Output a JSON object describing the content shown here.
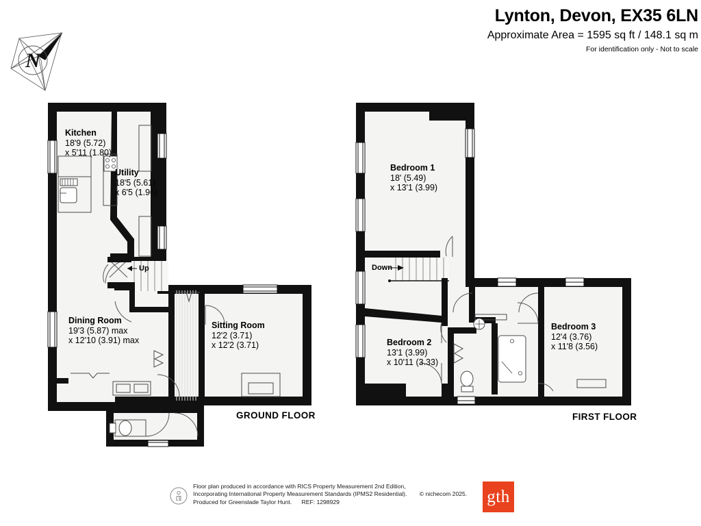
{
  "header": {
    "title": "Lynton, Devon, EX35 6LN",
    "area": "Approximate Area = 1595 sq ft / 148.1 sq m",
    "disclaimer": "For identification only - Not to scale"
  },
  "compass": {
    "north_label": "N",
    "icon": "compass-rose-icon"
  },
  "floors": [
    {
      "id": "ground",
      "caption": "GROUND FLOOR",
      "rooms": [
        {
          "id": "kitchen",
          "name": "Kitchen",
          "dim_1": "18'9 (5.72)",
          "dim_2": "x 5'11 (1.80)"
        },
        {
          "id": "utility",
          "name": "Utility",
          "dim_1": "18'5 (5.61)",
          "dim_2": "x 6'5 (1.96)"
        },
        {
          "id": "dining",
          "name": "Dining Room",
          "dim_1": "19'3 (5.87) max",
          "dim_2": "x 12'10 (3.91) max"
        },
        {
          "id": "sitting",
          "name": "Sitting Room",
          "dim_1": "12'2 (3.71)",
          "dim_2": "x 12'2 (3.71)"
        }
      ],
      "stair_note": "Up"
    },
    {
      "id": "first",
      "caption": "FIRST FLOOR",
      "rooms": [
        {
          "id": "bedroom1",
          "name": "Bedroom 1",
          "dim_1": "18' (5.49)",
          "dim_2": "x 13'1 (3.99)"
        },
        {
          "id": "bedroom2",
          "name": "Bedroom 2",
          "dim_1": "13'1 (3.99)",
          "dim_2": "x 10'11 (3.33)"
        },
        {
          "id": "bedroom3",
          "name": "Bedroom 3",
          "dim_1": "12'4 (3.76)",
          "dim_2": "x 11'8 (3.56)"
        }
      ],
      "stair_note": "Down"
    }
  ],
  "footer": {
    "line1": "Floor plan produced in accordance with RICS Property Measurement 2nd Edition,",
    "line2": "Incorporating International Property Measurement Standards (IPMS2 Residential).",
    "copyright": "© nichecom 2025.",
    "line3": "Produced for Greenslade Taylor Hunt.",
    "ref": "REF: 1298929",
    "icon": "person-info-icon"
  },
  "brand": {
    "logo_text": "gth",
    "logo_color": "#E8421E"
  },
  "colors": {
    "wall": "#111111",
    "room_fill": "#f4f4f2",
    "line": "#3a3a3a",
    "accent": "#E8421E"
  }
}
